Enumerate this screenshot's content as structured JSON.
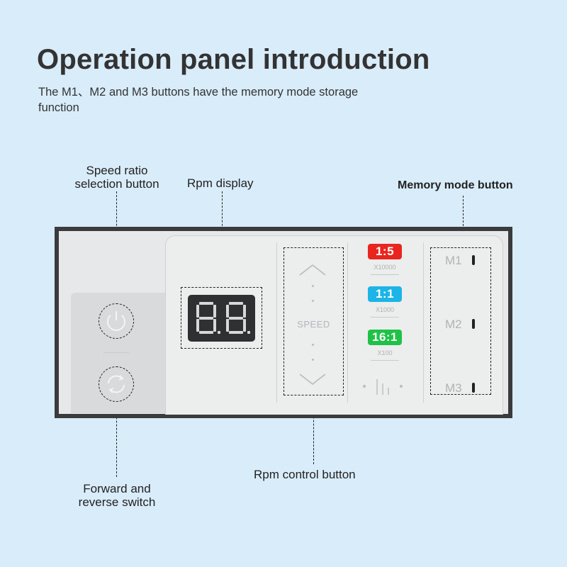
{
  "heading": {
    "title": "Operation panel introduction",
    "subtitle": "The M1、M2 and M3 buttons have the memory mode storage function"
  },
  "callouts": {
    "speed_ratio_line1": "Speed ratio",
    "speed_ratio_line2": "selection button",
    "rpm_display": "Rpm display",
    "memory_mode": "Memory mode button",
    "rpm_control": "Rpm control button",
    "forward_reverse_line1": "Forward and",
    "forward_reverse_line2": "reverse switch"
  },
  "panel": {
    "display_value": "8.8.",
    "speed_label": "SPEED",
    "ratios": [
      {
        "label": "1:5",
        "multiplier": "X10000",
        "color": "#e8261f"
      },
      {
        "label": "1:1",
        "multiplier": "X1000",
        "color": "#1db4e6"
      },
      {
        "label": "16:1",
        "multiplier": "X100",
        "color": "#1fc247"
      }
    ],
    "memory_buttons": [
      "M1",
      "M2",
      "M3"
    ]
  },
  "colors": {
    "background": "#d9ecfa",
    "panel_frame": "#3b3b3d",
    "panel_face": "#eceded"
  },
  "icons": [
    "power-icon",
    "reverse-arrows-icon",
    "chevron-up-icon",
    "chevron-down-icon",
    "bars-icon"
  ]
}
